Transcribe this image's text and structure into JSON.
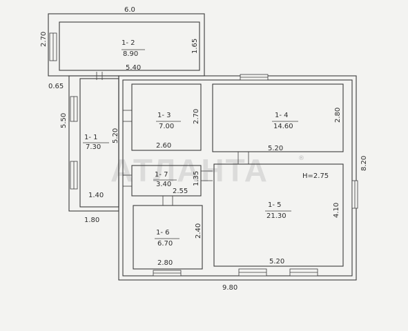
{
  "watermark": "АТЛАНТА",
  "watermark_mark": "®",
  "rooms": [
    {
      "id": "1- 2",
      "area": "8.90"
    },
    {
      "id": "1- 3",
      "area": "7.00"
    },
    {
      "id": "1- 4",
      "area": "14.60"
    },
    {
      "id": "1- 1",
      "area": "7.30"
    },
    {
      "id": "1- 7",
      "area": "3.40"
    },
    {
      "id": "1- 5",
      "area": "21.30"
    },
    {
      "id": "1- 6",
      "area": "6.70"
    }
  ],
  "dimensions": {
    "top_width": "6.0",
    "r12_height_left": "2.70",
    "r12_height_right": "1.65",
    "r12_bottom": "5.40",
    "corridor_gap": "0.65",
    "corridor_length": "5.50",
    "corridor_width": "1.40",
    "corridor_outer": "1.80",
    "r13_height": "2.70",
    "r13_bottom": "2.60",
    "left_block_height": "5.20",
    "r14_height": "2.80",
    "r14_bottom": "5.20",
    "total_height": "8.20",
    "r17_height": "1.35",
    "r17_width": "2.55",
    "ceiling_height": "H=2.75",
    "r15_height": "4.10",
    "r15_bottom": "5.20",
    "r16_height": "2.40",
    "r16_bottom": "2.80",
    "total_width": "9.80"
  }
}
